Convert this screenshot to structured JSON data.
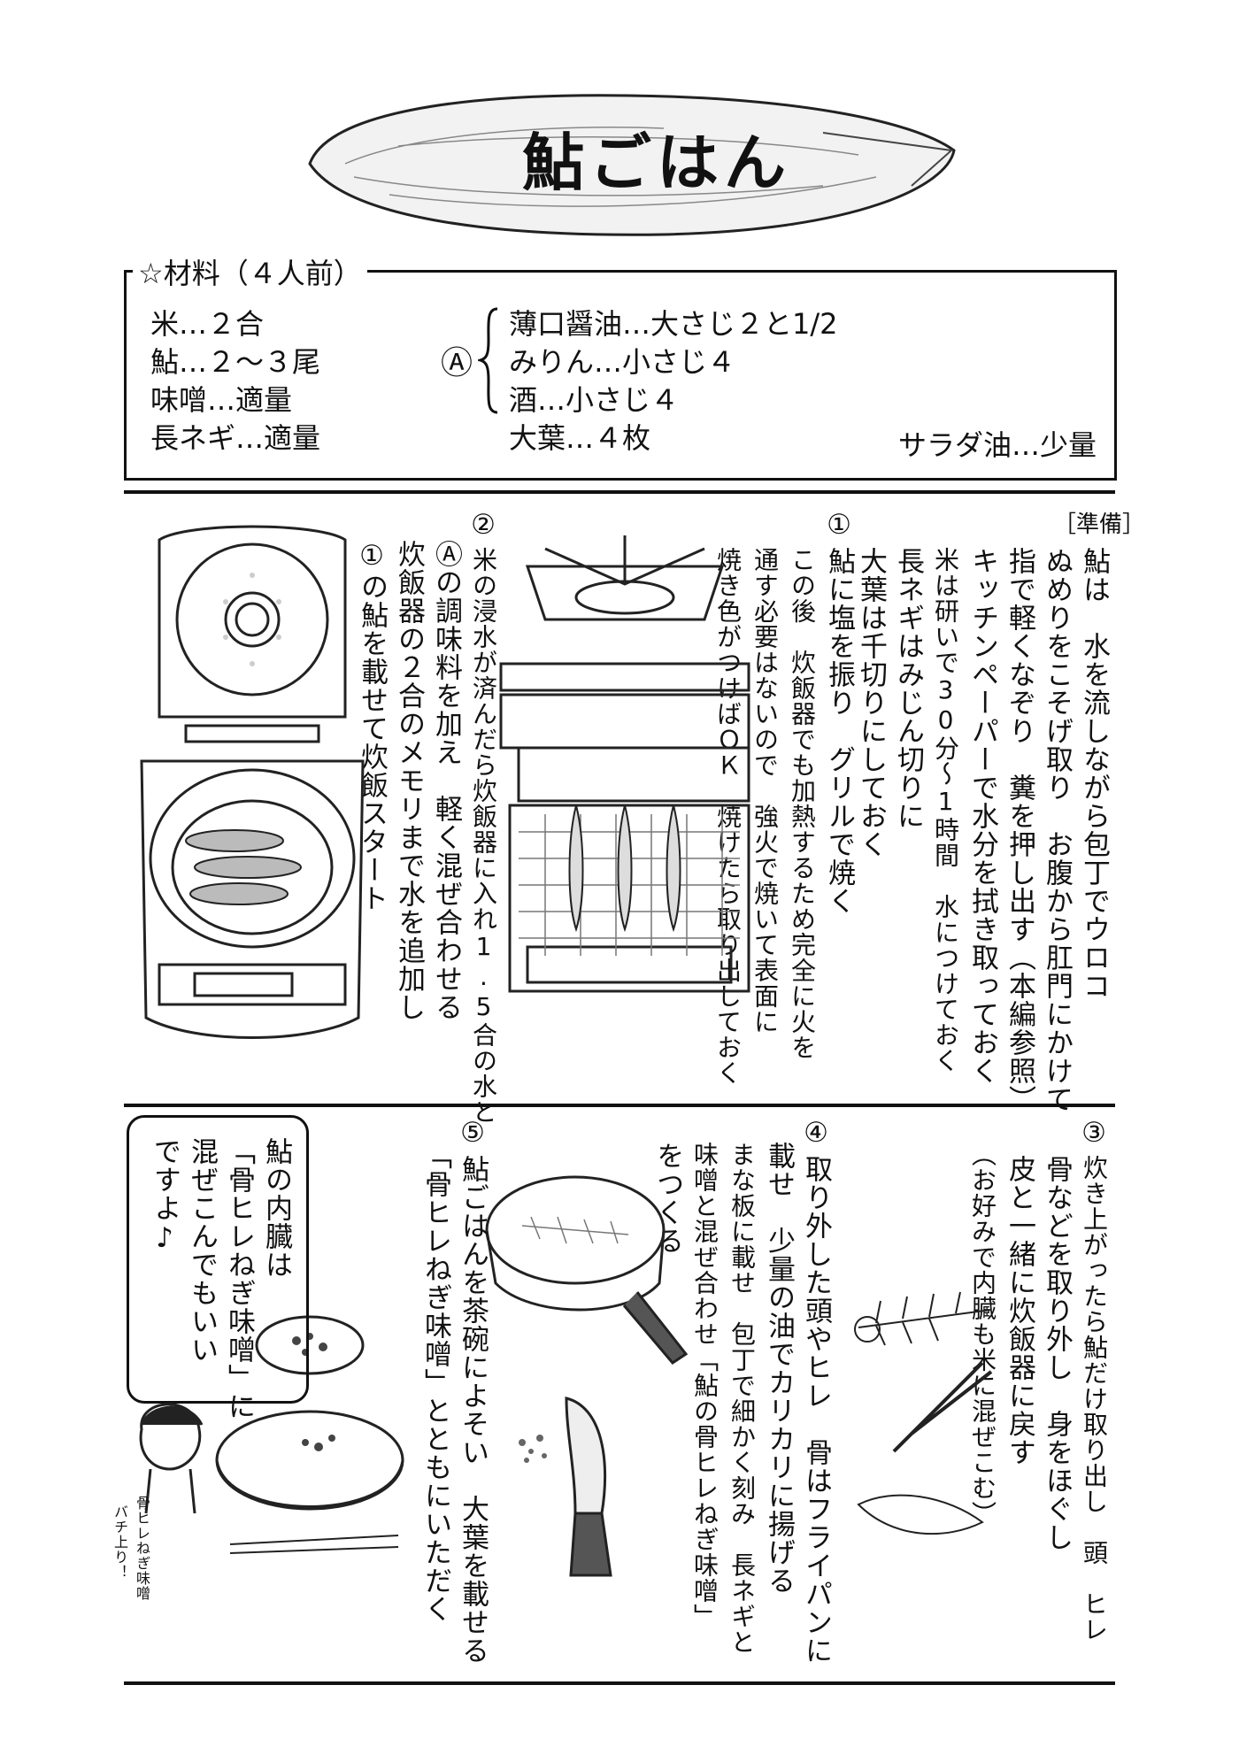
{
  "title": "鮎ごはん",
  "ingredients": {
    "header": "☆材料（４人前）",
    "left": [
      "米…２合",
      "鮎…２〜３尾",
      "味噌…適量",
      "長ネギ…適量"
    ],
    "group_mark": "Ⓐ",
    "group": [
      "薄口醤油…大さじ２と1/2",
      "みりん…小さじ４",
      "酒…小さじ４"
    ],
    "other": "大葉…４枚",
    "oil": "サラダ油…少量"
  },
  "prep": {
    "header": "［準備］",
    "lines": [
      "鮎は　水を流しながら包丁でウロコ",
      "ぬめりをこそげ取り　お腹から肛門にかけて",
      "指で軽くなぞり　糞を押し出す（本編参照）",
      "キッチンペーパーで水分を拭き取っておく",
      "米は研いで30分〜1時間　水につけておく",
      "長ネギはみじん切りに",
      "大葉は千切りにしておく"
    ]
  },
  "steps": [
    {
      "num": "①",
      "lines": [
        "鮎に塩を振り　グリルで焼く",
        "この後　炊飯器でも加熱するため完全に火を",
        "通す必要はないので　強火で焼いて表面に",
        "焼き色がつけばＯＫ　焼けたら取り出しておく"
      ]
    },
    {
      "num": "②",
      "lines": [
        "米の浸水が済んだら炊飯器に入れ1.5合の水と",
        "Ⓐの調味料を加え　軽く混ぜ合わせる",
        "炊飯器の２合のメモリまで水を追加し",
        "①の鮎を載せて炊飯スタート"
      ]
    },
    {
      "num": "③",
      "lines": [
        "炊き上がったら鮎だけ取り出し　頭　ヒレ",
        "骨などを取り外し　身をほぐし",
        "皮と一緒に炊飯器に戻す",
        "（お好みで内臓も米に混ぜこむ）"
      ]
    },
    {
      "num": "④",
      "lines": [
        "取り外した頭やヒレ　骨はフライパンに",
        "載せ　少量の油でカリカリに揚げる",
        "まな板に載せ　包丁で細かく刻み　長ネギと",
        "味噌と混ぜ合わせ「鮎の骨ヒレねぎ味噌」",
        "をつくる"
      ]
    },
    {
      "num": "⑤",
      "lines": [
        "鮎ごはんを茶碗によそい　大葉を載せる",
        "「骨ヒレねぎ味噌」とともにいただく"
      ]
    }
  ],
  "tip": [
    "鮎の内臓は",
    "「骨ヒレねぎ味噌」に",
    "混ぜこんでもいい",
    "ですよ♪"
  ],
  "character_note": [
    "骨ヒレねぎ味噌",
    "バチ上り！"
  ]
}
